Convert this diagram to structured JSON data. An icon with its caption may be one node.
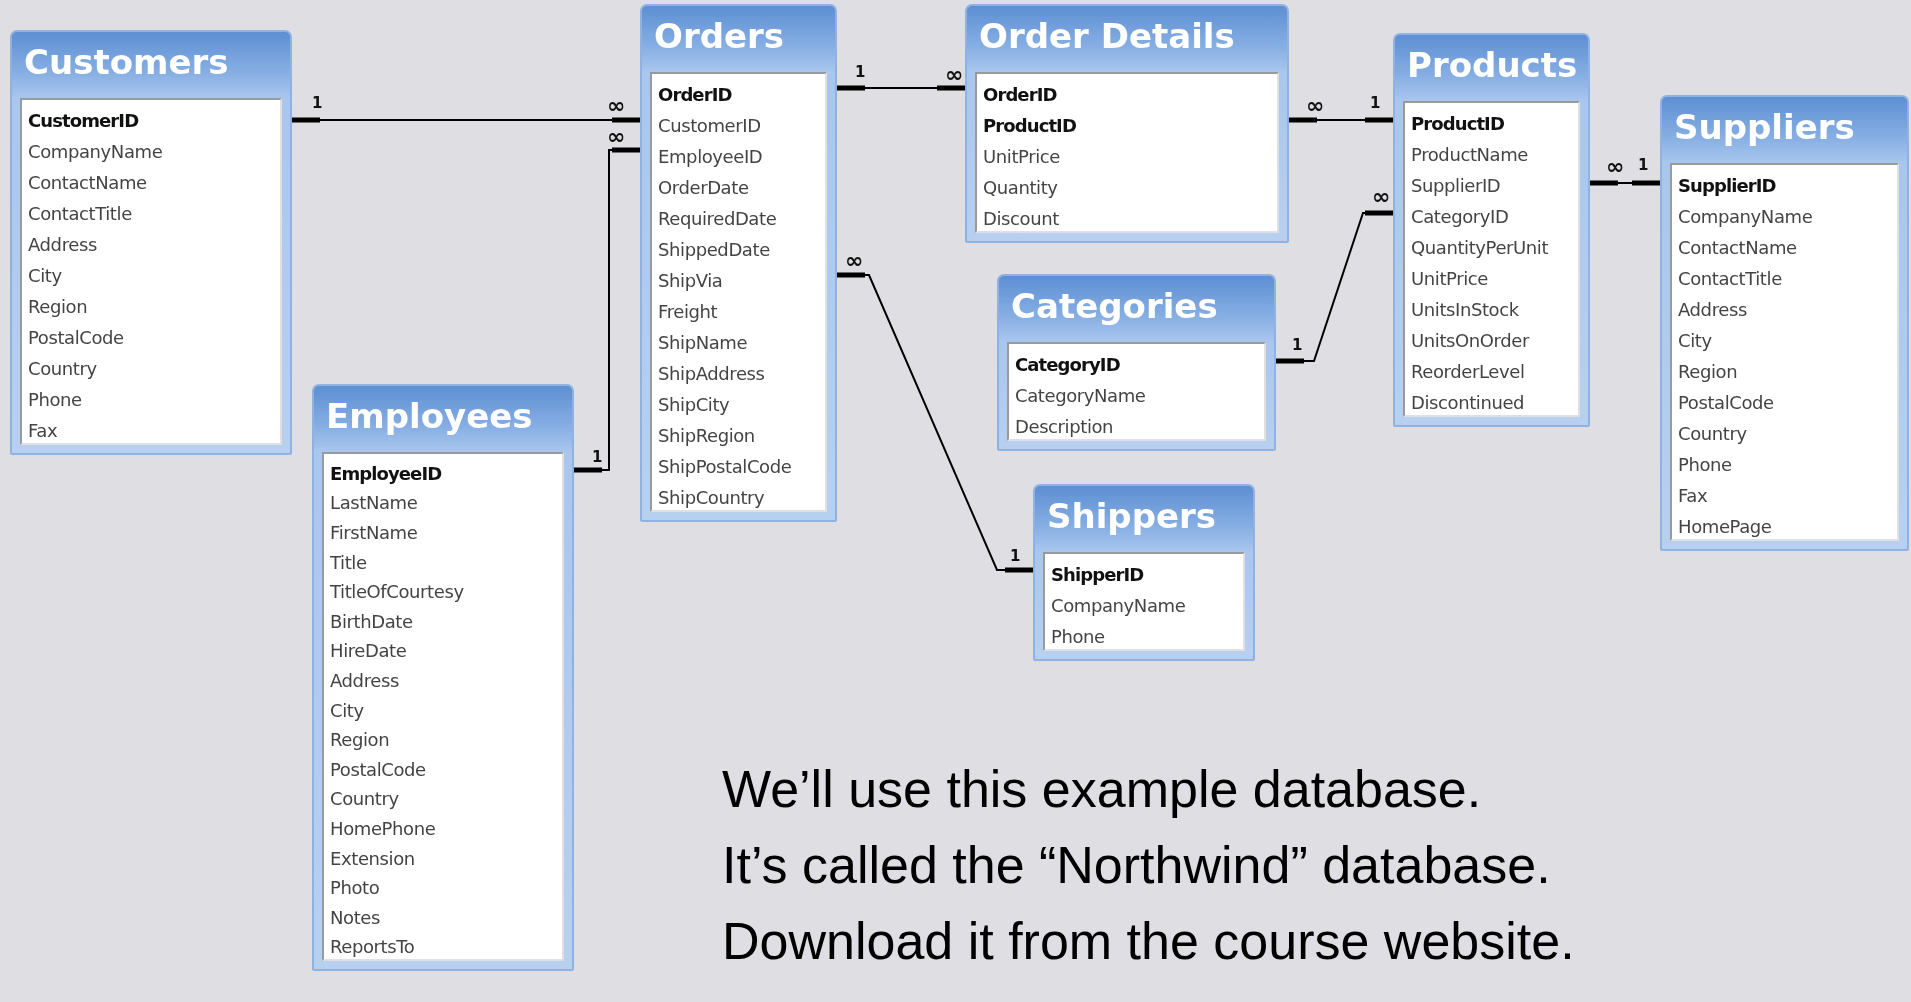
{
  "diagram": {
    "nodes": [
      {
        "text": [
          "Customers",
          "CustomerID",
          "CompanyName",
          "ContactName",
          "ContactTitle",
          "Address",
          "City",
          "Region",
          "PostalCode",
          "Country",
          "Phone",
          "Fax"
        ]
      },
      {
        "text": [
          "Orders",
          "OrderID",
          "CustomerID",
          "EmployeeID",
          "OrderDate",
          "RequiredDate",
          "ShippedDate",
          "ShipVia",
          "Freight",
          "ShipName",
          "ShipAddress",
          "ShipCity",
          "ShipRegion",
          "ShipPostalCode",
          "ShipCountry"
        ]
      },
      {
        "text": [
          "Order Details",
          "OrderID",
          "ProductID",
          "UnitPrice",
          "Quantity",
          "Discount"
        ]
      },
      {
        "text": [
          "Products",
          "ProductID",
          "ProductName",
          "SupplierID",
          "CategoryID",
          "QuantityPerUnit",
          "UnitPrice",
          "UnitsInStock",
          "UnitsOnOrder",
          "ReorderLevel",
          "Discontinued"
        ]
      },
      {
        "text": [
          "Suppliers",
          "SupplierID",
          "CompanyName",
          "ContactName",
          "ContactTitle",
          "Address",
          "City",
          "Region",
          "PostalCode",
          "Country",
          "Phone",
          "Fax",
          "HomePage"
        ]
      },
      {
        "text": [
          "Categories",
          "CategoryID",
          "CategoryName",
          "Description"
        ]
      },
      {
        "text": [
          "Employees",
          "EmployeeID",
          "LastName",
          "FirstName",
          "Title",
          "TitleOfCourtesy",
          "BirthDate",
          "HireDate",
          "Address",
          "City",
          "Region",
          "PostalCode",
          "Country",
          "HomePhone",
          "Extension",
          "Photo",
          "Notes",
          "ReportsTo"
        ]
      },
      {
        "text": [
          "Shippers",
          "ShipperID",
          "CompanyName",
          "Phone"
        ]
      }
    ],
    "edges": [
      {
        "from": 0,
        "to": 1,
        "arrow": "other"
      },
      {
        "from": 6,
        "to": 1,
        "arrow": "other"
      },
      {
        "from": 1,
        "to": 2,
        "arrow": "other"
      },
      {
        "from": 3,
        "to": 2,
        "arrow": "other"
      },
      {
        "from": 5,
        "to": 3,
        "arrow": "other"
      },
      {
        "from": 4,
        "to": 3,
        "arrow": "other"
      },
      {
        "from": 7,
        "to": 1,
        "arrow": "other"
      }
    ],
    "labels": [
      "1",
      "∞",
      "∞",
      "1",
      "1",
      "∞",
      "∞",
      "1",
      "∞",
      "1",
      "∞",
      "1",
      "∞",
      "1",
      "We’ll use this example database.",
      "It’s called the “Northwind” database.",
      "Download it from the course website."
    ]
  }
}
